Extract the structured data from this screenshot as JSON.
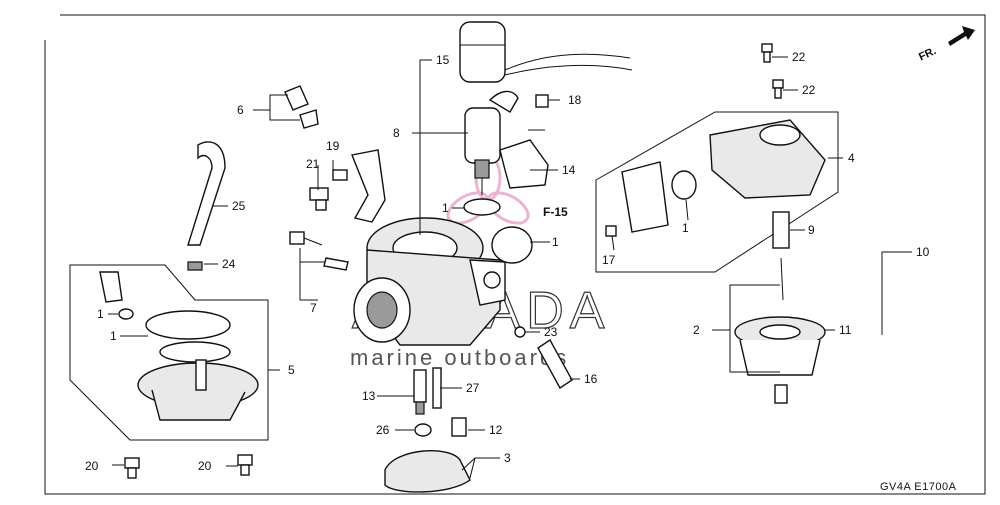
{
  "diagram": {
    "code": "GV4A E1700A",
    "direction_label": "FR.",
    "section_ref": "F-15",
    "watermark": {
      "brand": "ARMADA",
      "tagline": "marine outboards",
      "accent_color": "#e8a8c8"
    },
    "callouts": [
      {
        "id": "c1a",
        "label": "1"
      },
      {
        "id": "c1b",
        "label": "1"
      },
      {
        "id": "c1c",
        "label": "1"
      },
      {
        "id": "c1d",
        "label": "1"
      },
      {
        "id": "c1e",
        "label": "1"
      },
      {
        "id": "c2",
        "label": "2"
      },
      {
        "id": "c3",
        "label": "3"
      },
      {
        "id": "c4",
        "label": "4"
      },
      {
        "id": "c5",
        "label": "5"
      },
      {
        "id": "c6",
        "label": "6"
      },
      {
        "id": "c7",
        "label": "7"
      },
      {
        "id": "c8",
        "label": "8"
      },
      {
        "id": "c9",
        "label": "9"
      },
      {
        "id": "c10",
        "label": "10"
      },
      {
        "id": "c11",
        "label": "11"
      },
      {
        "id": "c12",
        "label": "12"
      },
      {
        "id": "c13",
        "label": "13"
      },
      {
        "id": "c14",
        "label": "14"
      },
      {
        "id": "c15",
        "label": "15"
      },
      {
        "id": "c16",
        "label": "16"
      },
      {
        "id": "c17",
        "label": "17"
      },
      {
        "id": "c18",
        "label": "18"
      },
      {
        "id": "c19",
        "label": "19"
      },
      {
        "id": "c20a",
        "label": "20"
      },
      {
        "id": "c20b",
        "label": "20"
      },
      {
        "id": "c21",
        "label": "21"
      },
      {
        "id": "c22a",
        "label": "22"
      },
      {
        "id": "c22b",
        "label": "22"
      },
      {
        "id": "c23",
        "label": "23"
      },
      {
        "id": "c24",
        "label": "24"
      },
      {
        "id": "c25",
        "label": "25"
      },
      {
        "id": "c26",
        "label": "26"
      },
      {
        "id": "c27",
        "label": "27"
      }
    ]
  }
}
